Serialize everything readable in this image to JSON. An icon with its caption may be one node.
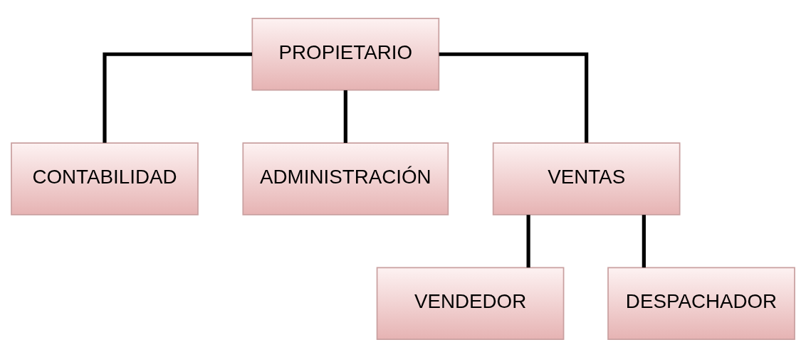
{
  "diagram": {
    "nodes": [
      {
        "text": [
          "PROPIETARIO"
        ]
      },
      {
        "text": [
          "CONTABILIDAD"
        ]
      },
      {
        "text": [
          "ADMINISTRACIÓN"
        ]
      },
      {
        "text": [
          "VENTAS"
        ]
      },
      {
        "text": [
          "VENDEDOR"
        ]
      },
      {
        "text": [
          "DESPACHADOR"
        ]
      }
    ],
    "edges": [
      {
        "from": 0,
        "to": 1,
        "arrow": "none"
      },
      {
        "from": 0,
        "to": 2,
        "arrow": "none"
      },
      {
        "from": 0,
        "to": 3,
        "arrow": "none"
      },
      {
        "from": 3,
        "to": 4,
        "arrow": "none"
      },
      {
        "from": 3,
        "to": 5,
        "arrow": "none"
      }
    ]
  }
}
